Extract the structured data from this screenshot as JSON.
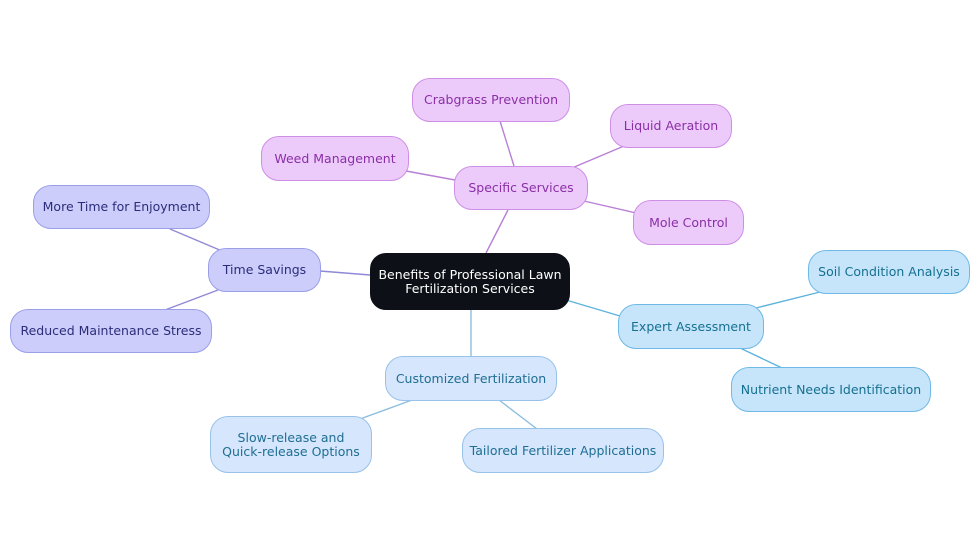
{
  "root": {
    "label": "Benefits of Professional Lawn\nFertilization Services"
  },
  "branches": {
    "specific": {
      "label": "Specific Services",
      "children": [
        "Crabgrass Prevention",
        "Liquid Aeration",
        "Weed Management",
        "Mole Control"
      ]
    },
    "time": {
      "label": "Time Savings",
      "children": [
        "More Time for Enjoyment",
        "Reduced Maintenance Stress"
      ]
    },
    "expert": {
      "label": "Expert Assessment",
      "children": [
        "Soil Condition Analysis",
        "Nutrient Needs Identification"
      ]
    },
    "custom": {
      "label": "Customized Fertilization",
      "children": [
        "Slow-release and\nQuick-release Options",
        "Tailored Fertilizer Applications"
      ]
    }
  },
  "colors": {
    "root_fill": "#0d1117",
    "specific_fill": "#eccbfb",
    "specific_edge": "#b87fd6",
    "time_fill": "#cccdfb",
    "time_edge": "#8f88d8",
    "expert_fill": "#c6e5fb",
    "expert_edge": "#5fb3dc",
    "custom_fill": "#d5e6fd",
    "custom_edge": "#8cbede"
  }
}
